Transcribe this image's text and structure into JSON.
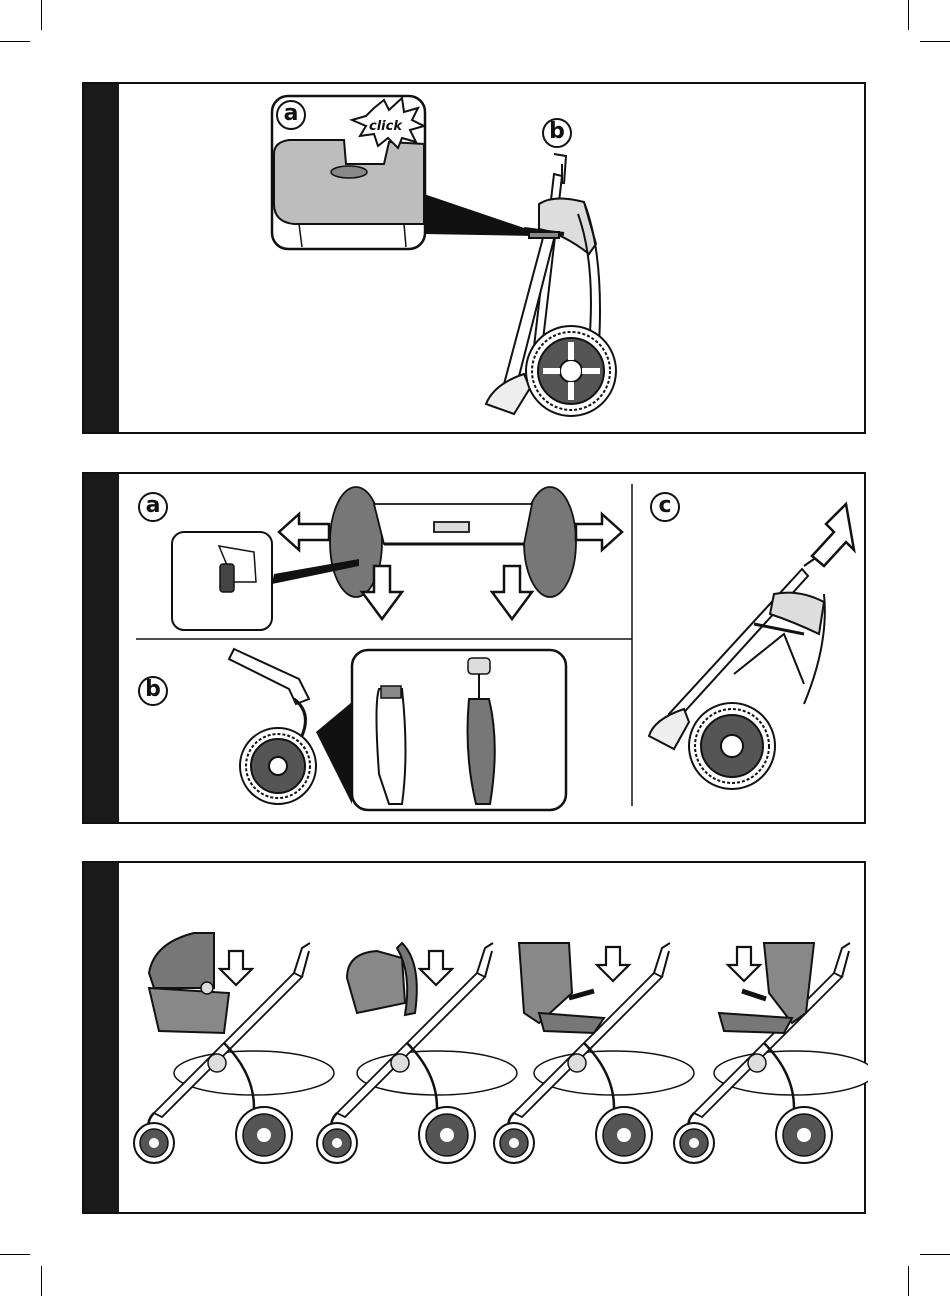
{
  "panels": [
    {
      "labels": {
        "a": "a",
        "b": "b"
      },
      "click_text": "click"
    },
    {
      "labels": {
        "a": "a",
        "b": "b",
        "c": "c"
      }
    },
    {}
  ],
  "icons": [
    "arrow-icon",
    "stroller-illustration",
    "wheel-illustration",
    "click-burst-icon"
  ]
}
